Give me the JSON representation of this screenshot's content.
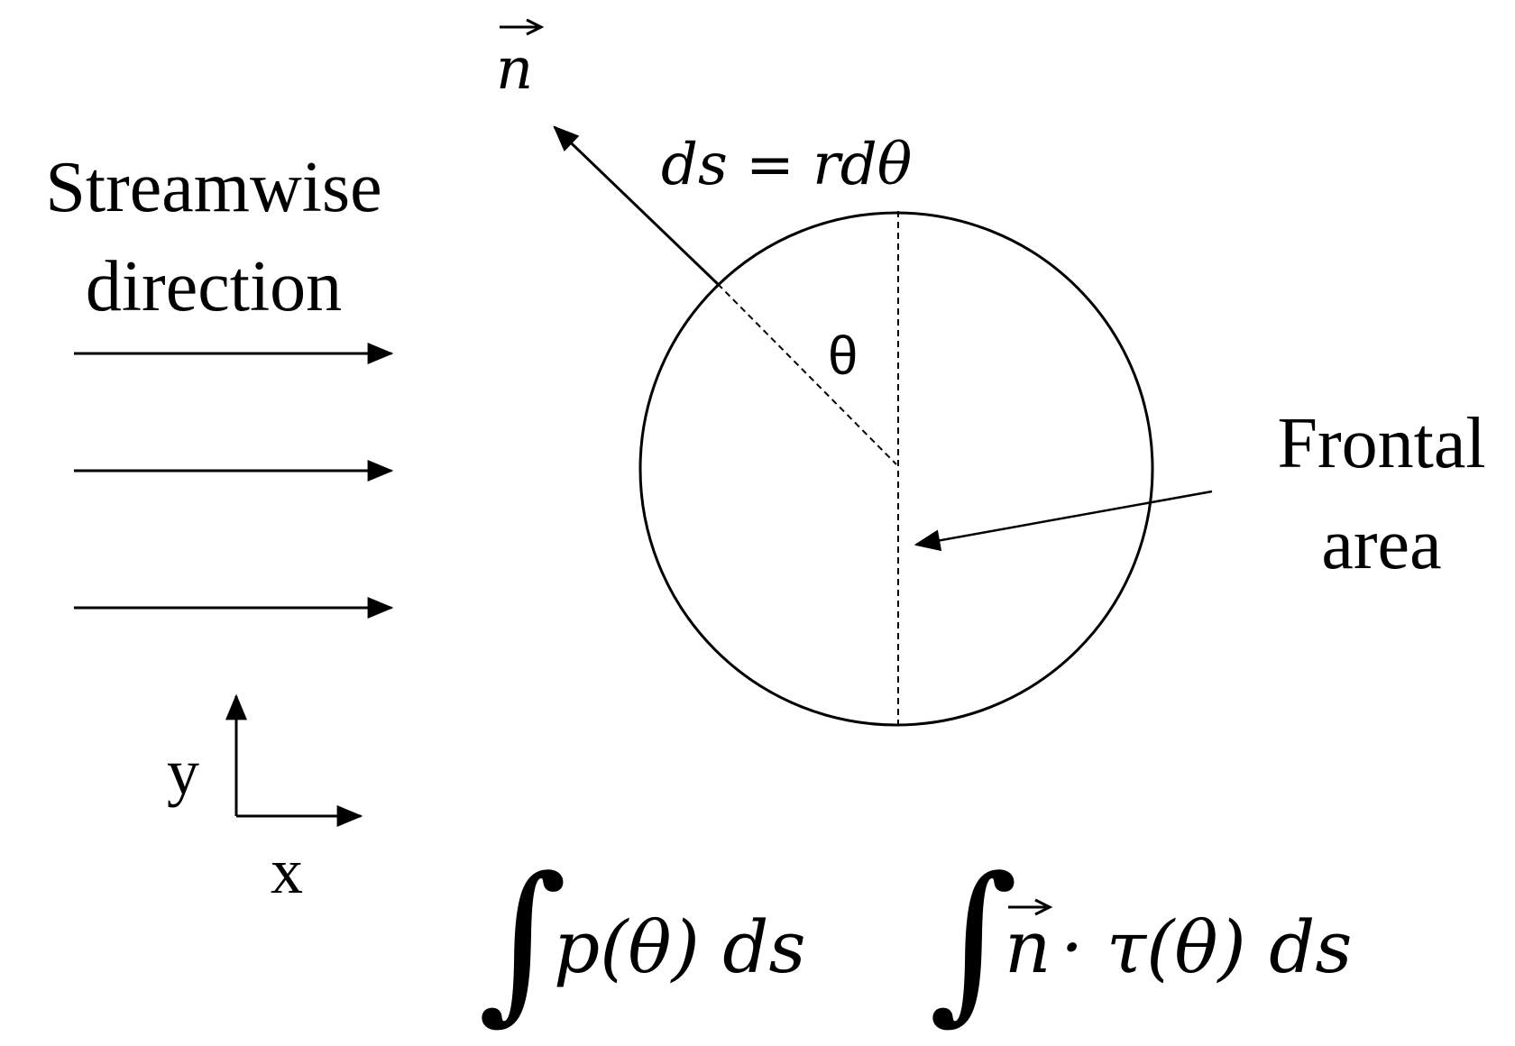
{
  "labels": {
    "normal_vector": "n",
    "arc_length": "ds = rdθ",
    "angle": "θ",
    "streamwise_line1": "Streamwise",
    "streamwise_line2": "direction",
    "frontal_line1": "Frontal",
    "frontal_line2": "area",
    "axis_y": "y",
    "axis_x": "x",
    "integral_symbol": "∫",
    "pressure_integrand": "p(θ) ds",
    "shear_integrand_vector": "n",
    "shear_integrand_rest": "· τ(θ) ds"
  }
}
